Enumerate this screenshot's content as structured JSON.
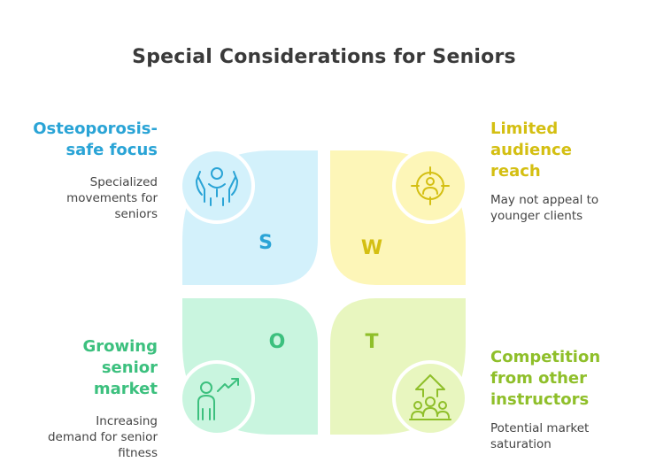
{
  "title": "Special Considerations for Seniors",
  "colors": {
    "s_fill": "#d3f1fb",
    "s_text": "#2aa4d6",
    "w_fill": "#fdf6b8",
    "w_text": "#d4bf12",
    "o_fill": "#c9f5df",
    "o_text": "#3cc07e",
    "t_fill": "#e8f6bf",
    "t_text": "#8fbf2a"
  },
  "quadrants": {
    "s": {
      "letter": "S",
      "heading": [
        "Osteoporosis-",
        "safe focus"
      ],
      "description": [
        "Specialized",
        "movements for",
        "seniors"
      ],
      "icon": "raised-hands-person-icon"
    },
    "w": {
      "letter": "W",
      "heading": [
        "Limited",
        "audience",
        "reach"
      ],
      "description": [
        "May not appeal to",
        "younger clients"
      ],
      "icon": "target-person-icon"
    },
    "o": {
      "letter": "O",
      "heading": [
        "Growing",
        "senior",
        "market"
      ],
      "description": [
        "Increasing",
        "demand for senior",
        "fitness"
      ],
      "icon": "person-growth-arrow-icon"
    },
    "t": {
      "letter": "T",
      "heading": [
        "Competition",
        "from other",
        "instructors"
      ],
      "description": [
        "Potential market",
        "saturation"
      ],
      "icon": "crowd-arrow-icon"
    }
  }
}
